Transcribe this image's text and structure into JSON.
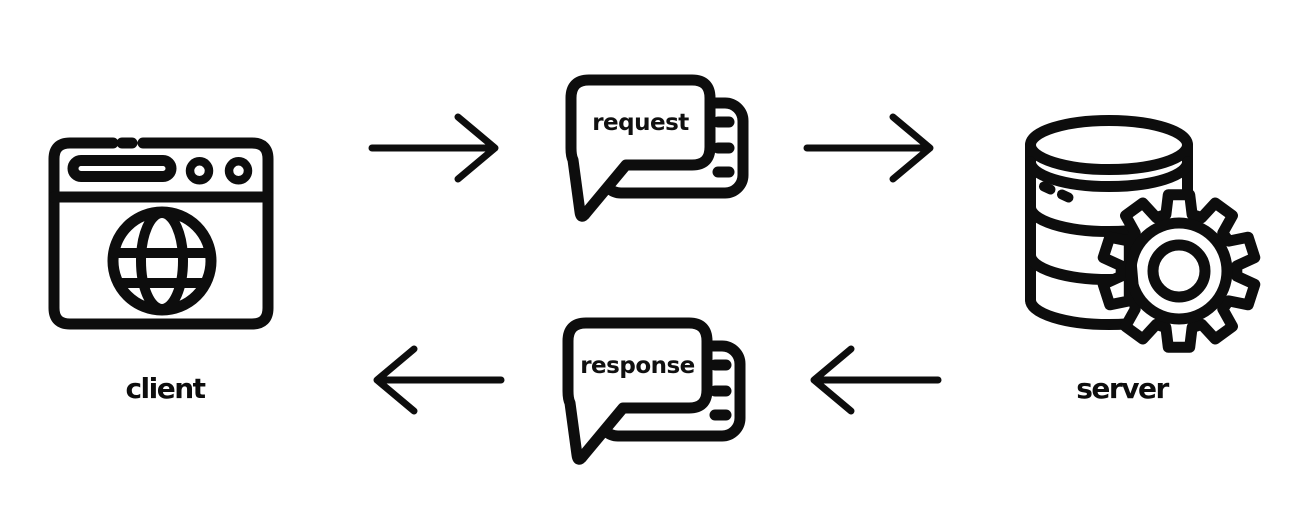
{
  "diagram": {
    "background_color": "#ffffff",
    "line_color": "#0d0d0d",
    "client": {
      "label": "client",
      "icon": "browser-globe-icon"
    },
    "server": {
      "label": "server",
      "icon": "database-gear-icon"
    },
    "request": {
      "label": "request",
      "icon": "chat-bubble-icon",
      "direction": "left-to-right"
    },
    "response": {
      "label": "response",
      "icon": "chat-bubble-icon",
      "direction": "right-to-left"
    },
    "arrows": [
      {
        "name": "client-to-request-arrow",
        "direction": "right"
      },
      {
        "name": "request-to-server-arrow",
        "direction": "right"
      },
      {
        "name": "server-to-response-arrow",
        "direction": "left"
      },
      {
        "name": "response-to-client-arrow",
        "direction": "left"
      }
    ]
  }
}
